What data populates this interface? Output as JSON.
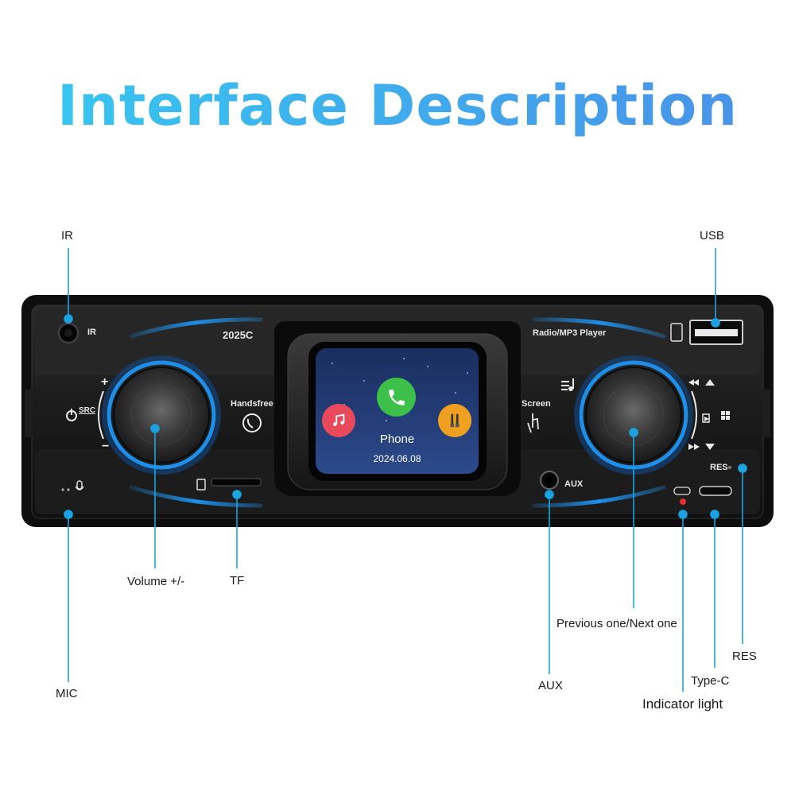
{
  "title": "Interface Description",
  "labels": {
    "ir": "IR",
    "usb": "USB",
    "volume": "Volume +/-",
    "tf": "TF",
    "mic": "MIC",
    "aux": "AUX",
    "prev_next": "Previous one/Next one",
    "res": "RES",
    "type_c": "Type-C",
    "indicator": "Indicator light"
  },
  "device": {
    "ir_mark": "IR",
    "model": "2025C",
    "handsfree": "Handsfree",
    "src": "SRC",
    "plus": "+",
    "minus": "−",
    "radio": "Radio/MP3 Player",
    "screen_btn": "Screen",
    "aux_mark": "AUX",
    "res_mark": "RES"
  },
  "screen": {
    "app_label": "Phone",
    "date": "2024.06.08"
  },
  "colors": {
    "accent_blue": "#1e8fe8",
    "leader_line": "#1aa3e0",
    "indicator_red": "#e53030",
    "title_gradient_start": "#36c9f0",
    "title_gradient_end": "#4a8fe8"
  }
}
